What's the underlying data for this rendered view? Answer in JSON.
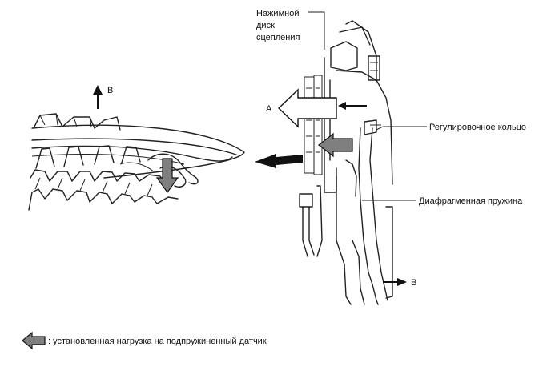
{
  "labels": {
    "pressure_plate": [
      "Нажимной",
      "диск",
      "сцепления"
    ],
    "adjusting_ring": "Регулировочное кольцо",
    "diaphragm_spring": "Диафрагменная пружина",
    "arrow_a": "A",
    "arrow_b_top": "B",
    "arrow_b_bottom": "B"
  },
  "legend": {
    "text": ": установленная нагрузка на подпружиненный датчик",
    "arrow_color": "#7f7f7f"
  },
  "colors": {
    "line": "#222222",
    "load_arrow": "#7f7f7f",
    "black_arrow": "#111111"
  }
}
